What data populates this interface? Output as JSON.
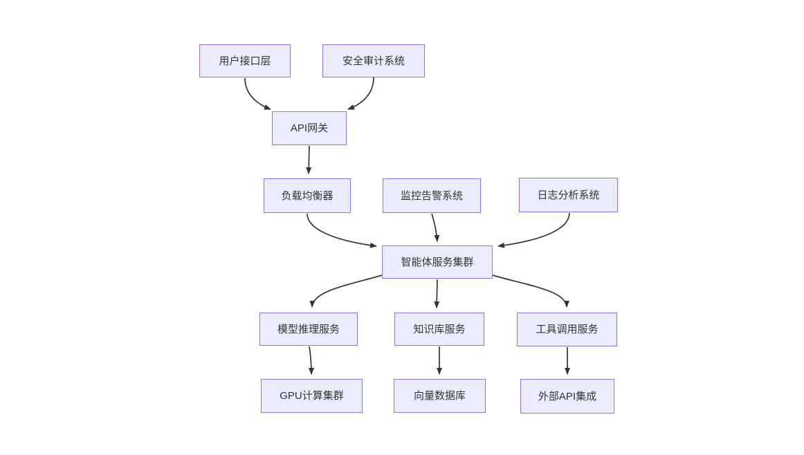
{
  "diagram": {
    "type": "flowchart",
    "direction": "top-down",
    "nodes": [
      {
        "id": "user-interface",
        "label": "用户接口层"
      },
      {
        "id": "security-audit",
        "label": "安全审计系统"
      },
      {
        "id": "api-gateway",
        "label": "API网关"
      },
      {
        "id": "load-balancer",
        "label": "负载均衡器"
      },
      {
        "id": "monitoring",
        "label": "监控告警系统"
      },
      {
        "id": "log-analysis",
        "label": "日志分析系统"
      },
      {
        "id": "agent-cluster",
        "label": "智能体服务集群"
      },
      {
        "id": "model-inference",
        "label": "模型推理服务"
      },
      {
        "id": "knowledge-base",
        "label": "知识库服务"
      },
      {
        "id": "tool-call",
        "label": "工具调用服务"
      },
      {
        "id": "gpu-cluster",
        "label": "GPU计算集群"
      },
      {
        "id": "vector-db",
        "label": "向量数据库"
      },
      {
        "id": "external-api",
        "label": "外部API集成"
      }
    ],
    "edges": [
      {
        "from": "user-interface",
        "to": "api-gateway"
      },
      {
        "from": "security-audit",
        "to": "api-gateway"
      },
      {
        "from": "api-gateway",
        "to": "load-balancer"
      },
      {
        "from": "load-balancer",
        "to": "agent-cluster"
      },
      {
        "from": "monitoring",
        "to": "agent-cluster"
      },
      {
        "from": "log-analysis",
        "to": "agent-cluster"
      },
      {
        "from": "agent-cluster",
        "to": "model-inference"
      },
      {
        "from": "agent-cluster",
        "to": "knowledge-base"
      },
      {
        "from": "agent-cluster",
        "to": "tool-call"
      },
      {
        "from": "model-inference",
        "to": "gpu-cluster"
      },
      {
        "from": "knowledge-base",
        "to": "vector-db"
      },
      {
        "from": "tool-call",
        "to": "external-api"
      }
    ],
    "colors": {
      "node_fill": "#ECECFF",
      "node_border": "#9370DB",
      "edge_stroke": "#333333",
      "text": "#333333",
      "background": "#FFFFFF"
    }
  }
}
